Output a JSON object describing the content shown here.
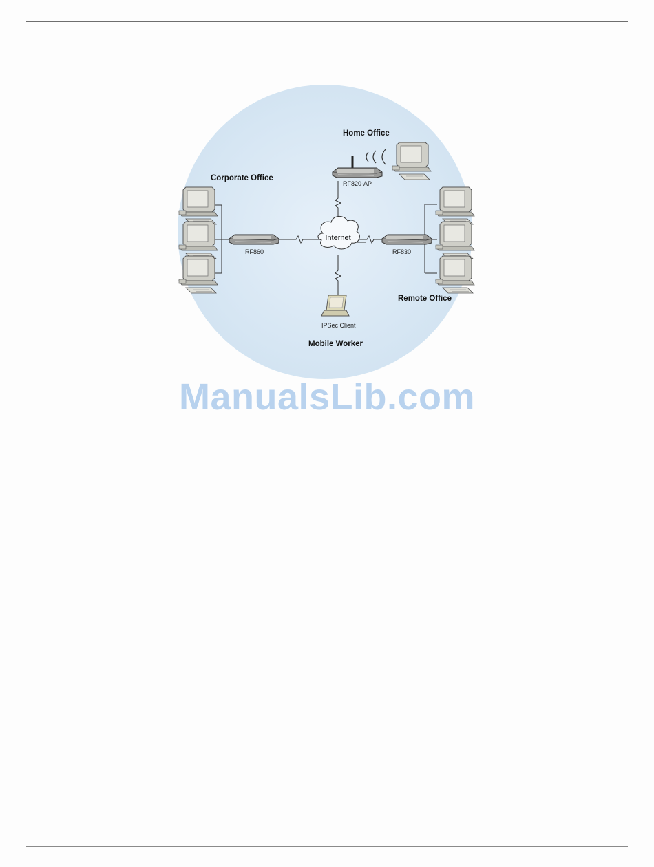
{
  "diagram": {
    "sites": {
      "home_office": "Home Office",
      "corporate_office": "Corporate Office",
      "remote_office": "Remote Office",
      "mobile_worker": "Mobile Worker"
    },
    "devices": {
      "home_router": "RF820-AP",
      "corporate_router": "RF860",
      "remote_router": "RF830",
      "mobile_client": "IPSec Client"
    },
    "cloud_label": "Internet",
    "colors": {
      "background_circle": "#dbe9f5",
      "lines": "#333333"
    }
  },
  "watermark": "ManualsLib.com"
}
